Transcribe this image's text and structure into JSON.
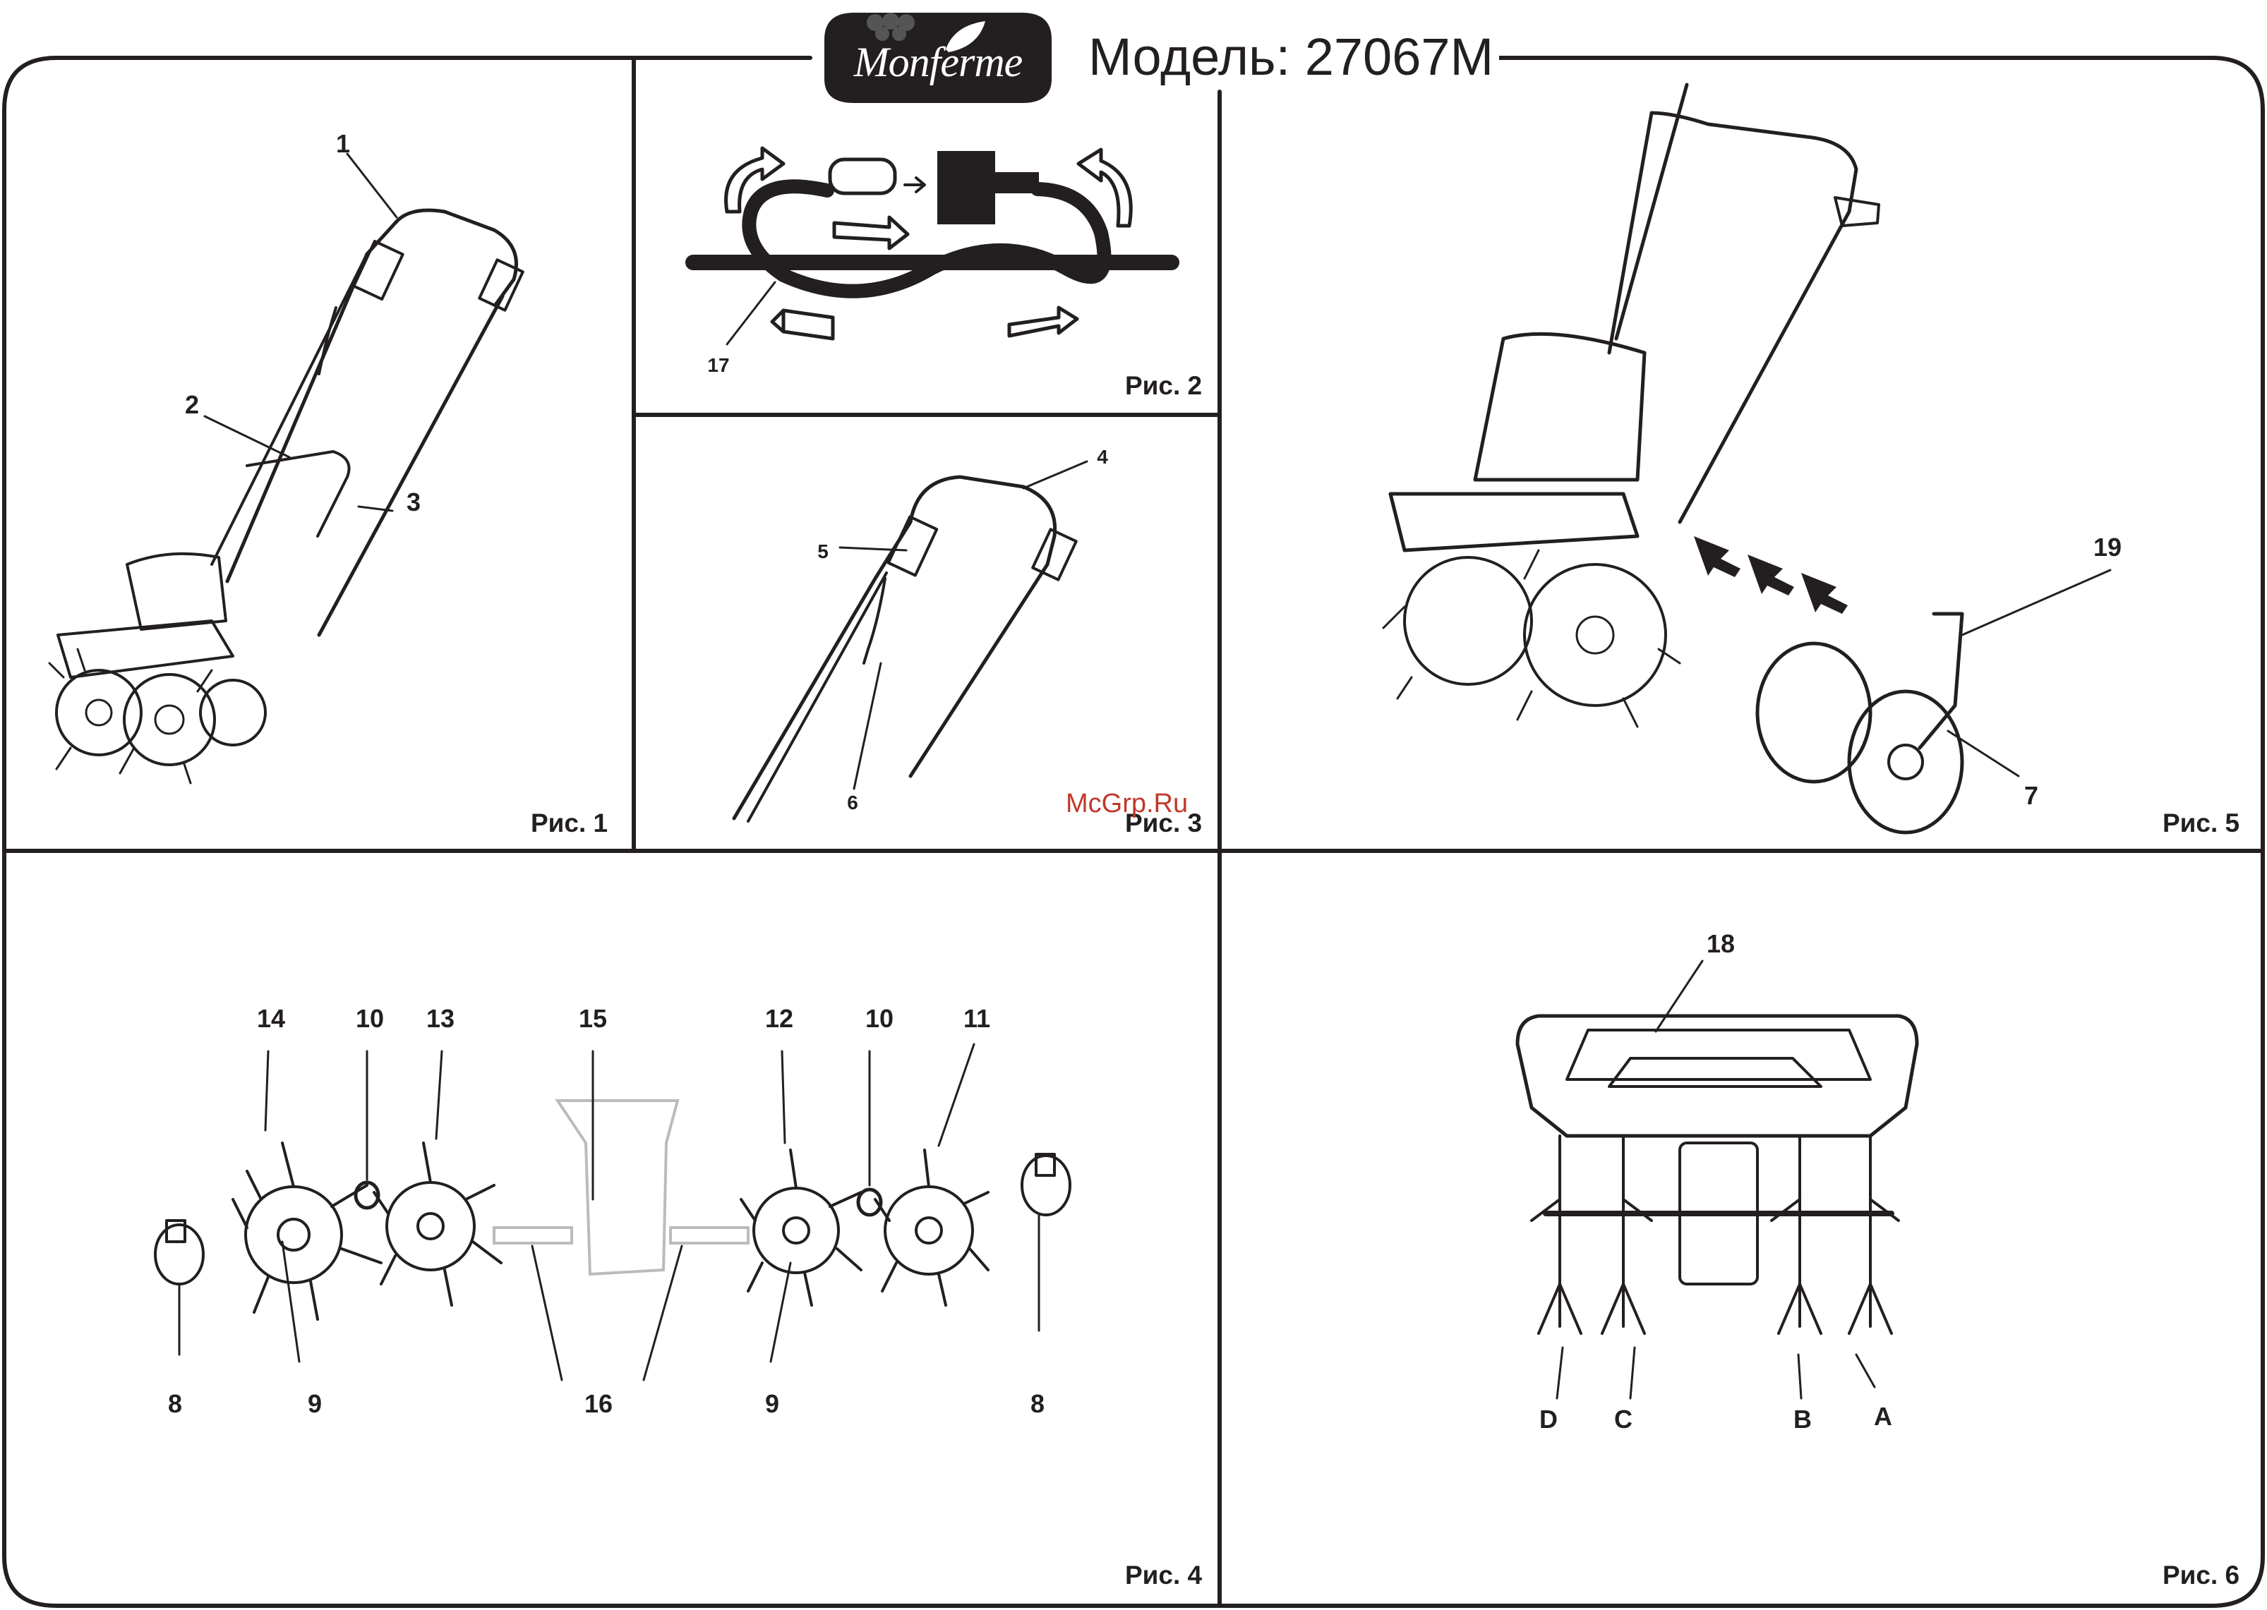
{
  "header": {
    "brand": "Monferme",
    "model_title": "Модель: 27067M"
  },
  "watermark": "McGrp.Ru",
  "figures": [
    {
      "id": "fig1",
      "label": "Рис. 1",
      "callouts": [
        "1",
        "2",
        "3"
      ]
    },
    {
      "id": "fig2",
      "label": "Рис. 2",
      "callouts": [
        "17"
      ]
    },
    {
      "id": "fig3",
      "label": "Рис. 3",
      "callouts": [
        "4",
        "5",
        "6"
      ]
    },
    {
      "id": "fig4",
      "label": "Рис. 4",
      "callouts": [
        "14",
        "10",
        "13",
        "15",
        "12",
        "10",
        "11",
        "8",
        "9",
        "16",
        "9",
        "8"
      ]
    },
    {
      "id": "fig5",
      "label": "Рис. 5",
      "callouts": [
        "19",
        "7"
      ]
    },
    {
      "id": "fig6",
      "label": "Рис. 6",
      "callouts": [
        "18",
        "D",
        "C",
        "B",
        "A"
      ]
    }
  ],
  "colors": {
    "ink": "#231f20",
    "logo_badge": "#231f20",
    "watermark": "#c0392b"
  },
  "icons": [
    "brand-logo-icon",
    "flower-icon",
    "leaf-icon",
    "rotation-arrow-icon",
    "assembly-arrow-icon"
  ]
}
